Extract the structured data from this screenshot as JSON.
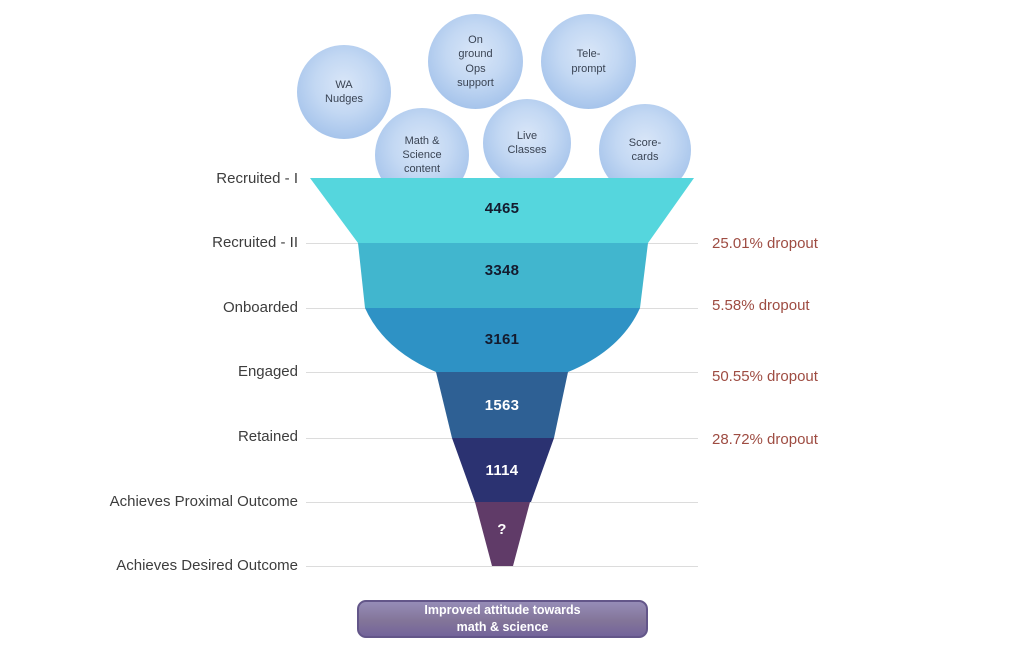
{
  "chart_data": {
    "type": "funnel",
    "stages": [
      "Recruited - I",
      "Recruited - II",
      "Onboarded",
      "Engaged",
      "Retained",
      "Achieves Proximal Outcome",
      "Achieves Desired Outcome"
    ],
    "segment_values": [
      4465,
      3348,
      3161,
      1563,
      1114,
      "?"
    ],
    "segment_colors": [
      "#55D6DD",
      "#41B6CE",
      "#2E92C5",
      "#2E6094",
      "#2B3271",
      "#603B68"
    ],
    "dropout_labels": [
      "25.01% dropout",
      "5.58% dropout",
      "50.55% dropout",
      "28.72% dropout"
    ],
    "dropout_at_stage": [
      "Recruited - II",
      "Onboarded",
      "Engaged",
      "Retained"
    ],
    "input_bubbles": [
      "WA Nudges",
      "On ground Ops support",
      "Tele-prompt",
      "Math & Science content",
      "Live Classes",
      "Score-cards"
    ],
    "outcome": "Improved attitude towards math & science",
    "legend_position": "none",
    "grid": "horizontal-lines"
  },
  "bubbles": [
    {
      "label": "WA\nNudges"
    },
    {
      "label": "On\nground\nOps\nsupport"
    },
    {
      "label": "Tele-\nprompt"
    },
    {
      "label": "Math &\nScience\ncontent"
    },
    {
      "label": "Live\nClasses"
    },
    {
      "label": "Score-\ncards"
    }
  ],
  "rows": [
    {
      "label": "Recruited - I"
    },
    {
      "label": "Recruited - II"
    },
    {
      "label": "Onboarded"
    },
    {
      "label": "Engaged"
    },
    {
      "label": "Retained"
    },
    {
      "label": "Achieves Proximal Outcome"
    },
    {
      "label": "Achieves Desired Outcome"
    }
  ],
  "segments": [
    {
      "value": "4465",
      "color": "#55D6DD",
      "text_color": "#141b2e"
    },
    {
      "value": "3348",
      "color": "#41B6CE",
      "text_color": "#141b2e"
    },
    {
      "value": "3161",
      "color": "#2E92C5",
      "text_color": "#141b2e"
    },
    {
      "value": "1563",
      "color": "#2E6094",
      "text_color": "#ffffff"
    },
    {
      "value": "1114",
      "color": "#2B3271",
      "text_color": "#ffffff"
    },
    {
      "value": "?",
      "color": "#603B68",
      "text_color": "#ffffff"
    }
  ],
  "dropouts": [
    {
      "label": "25.01% dropout"
    },
    {
      "label": "5.58% dropout"
    },
    {
      "label": "50.55% dropout"
    },
    {
      "label": "28.72% dropout"
    }
  ],
  "outcome_box": {
    "label": "Improved attitude towards\nmath & science"
  },
  "colors": {
    "dropout_text": "#9e4c42",
    "row_label_text": "#3d3d3d",
    "gridline": "#dcdcdc",
    "bubble_fill": "#aec9ee",
    "outcome_fill": "#7a6b9e"
  }
}
